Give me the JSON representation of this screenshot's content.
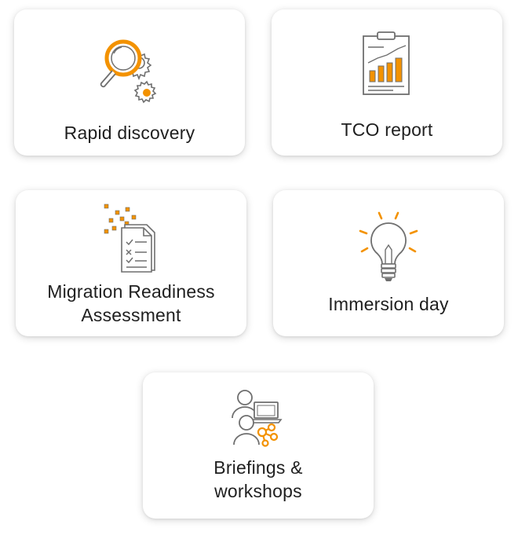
{
  "colors": {
    "accent": "#f39200",
    "icon_gray": "#6f6f6f",
    "text": "#1f1f1f",
    "card_bg": "#ffffff"
  },
  "cards": [
    {
      "id": "rapid-discovery",
      "icon": "magnifier-gears-icon",
      "lines": [
        "Rapid discovery"
      ]
    },
    {
      "id": "tco-report",
      "icon": "clipboard-bar-chart-icon",
      "lines": [
        "TCO report"
      ]
    },
    {
      "id": "migration-readiness-assessment",
      "icon": "checklist-document-icon",
      "lines": [
        "Migration Readiness",
        "Assessment"
      ]
    },
    {
      "id": "immersion-day",
      "icon": "lightbulb-icon",
      "lines": [
        "Immersion day"
      ]
    },
    {
      "id": "briefings-workshops",
      "icon": "people-laptop-icon",
      "lines": [
        "Briefings &",
        "workshops"
      ]
    }
  ]
}
